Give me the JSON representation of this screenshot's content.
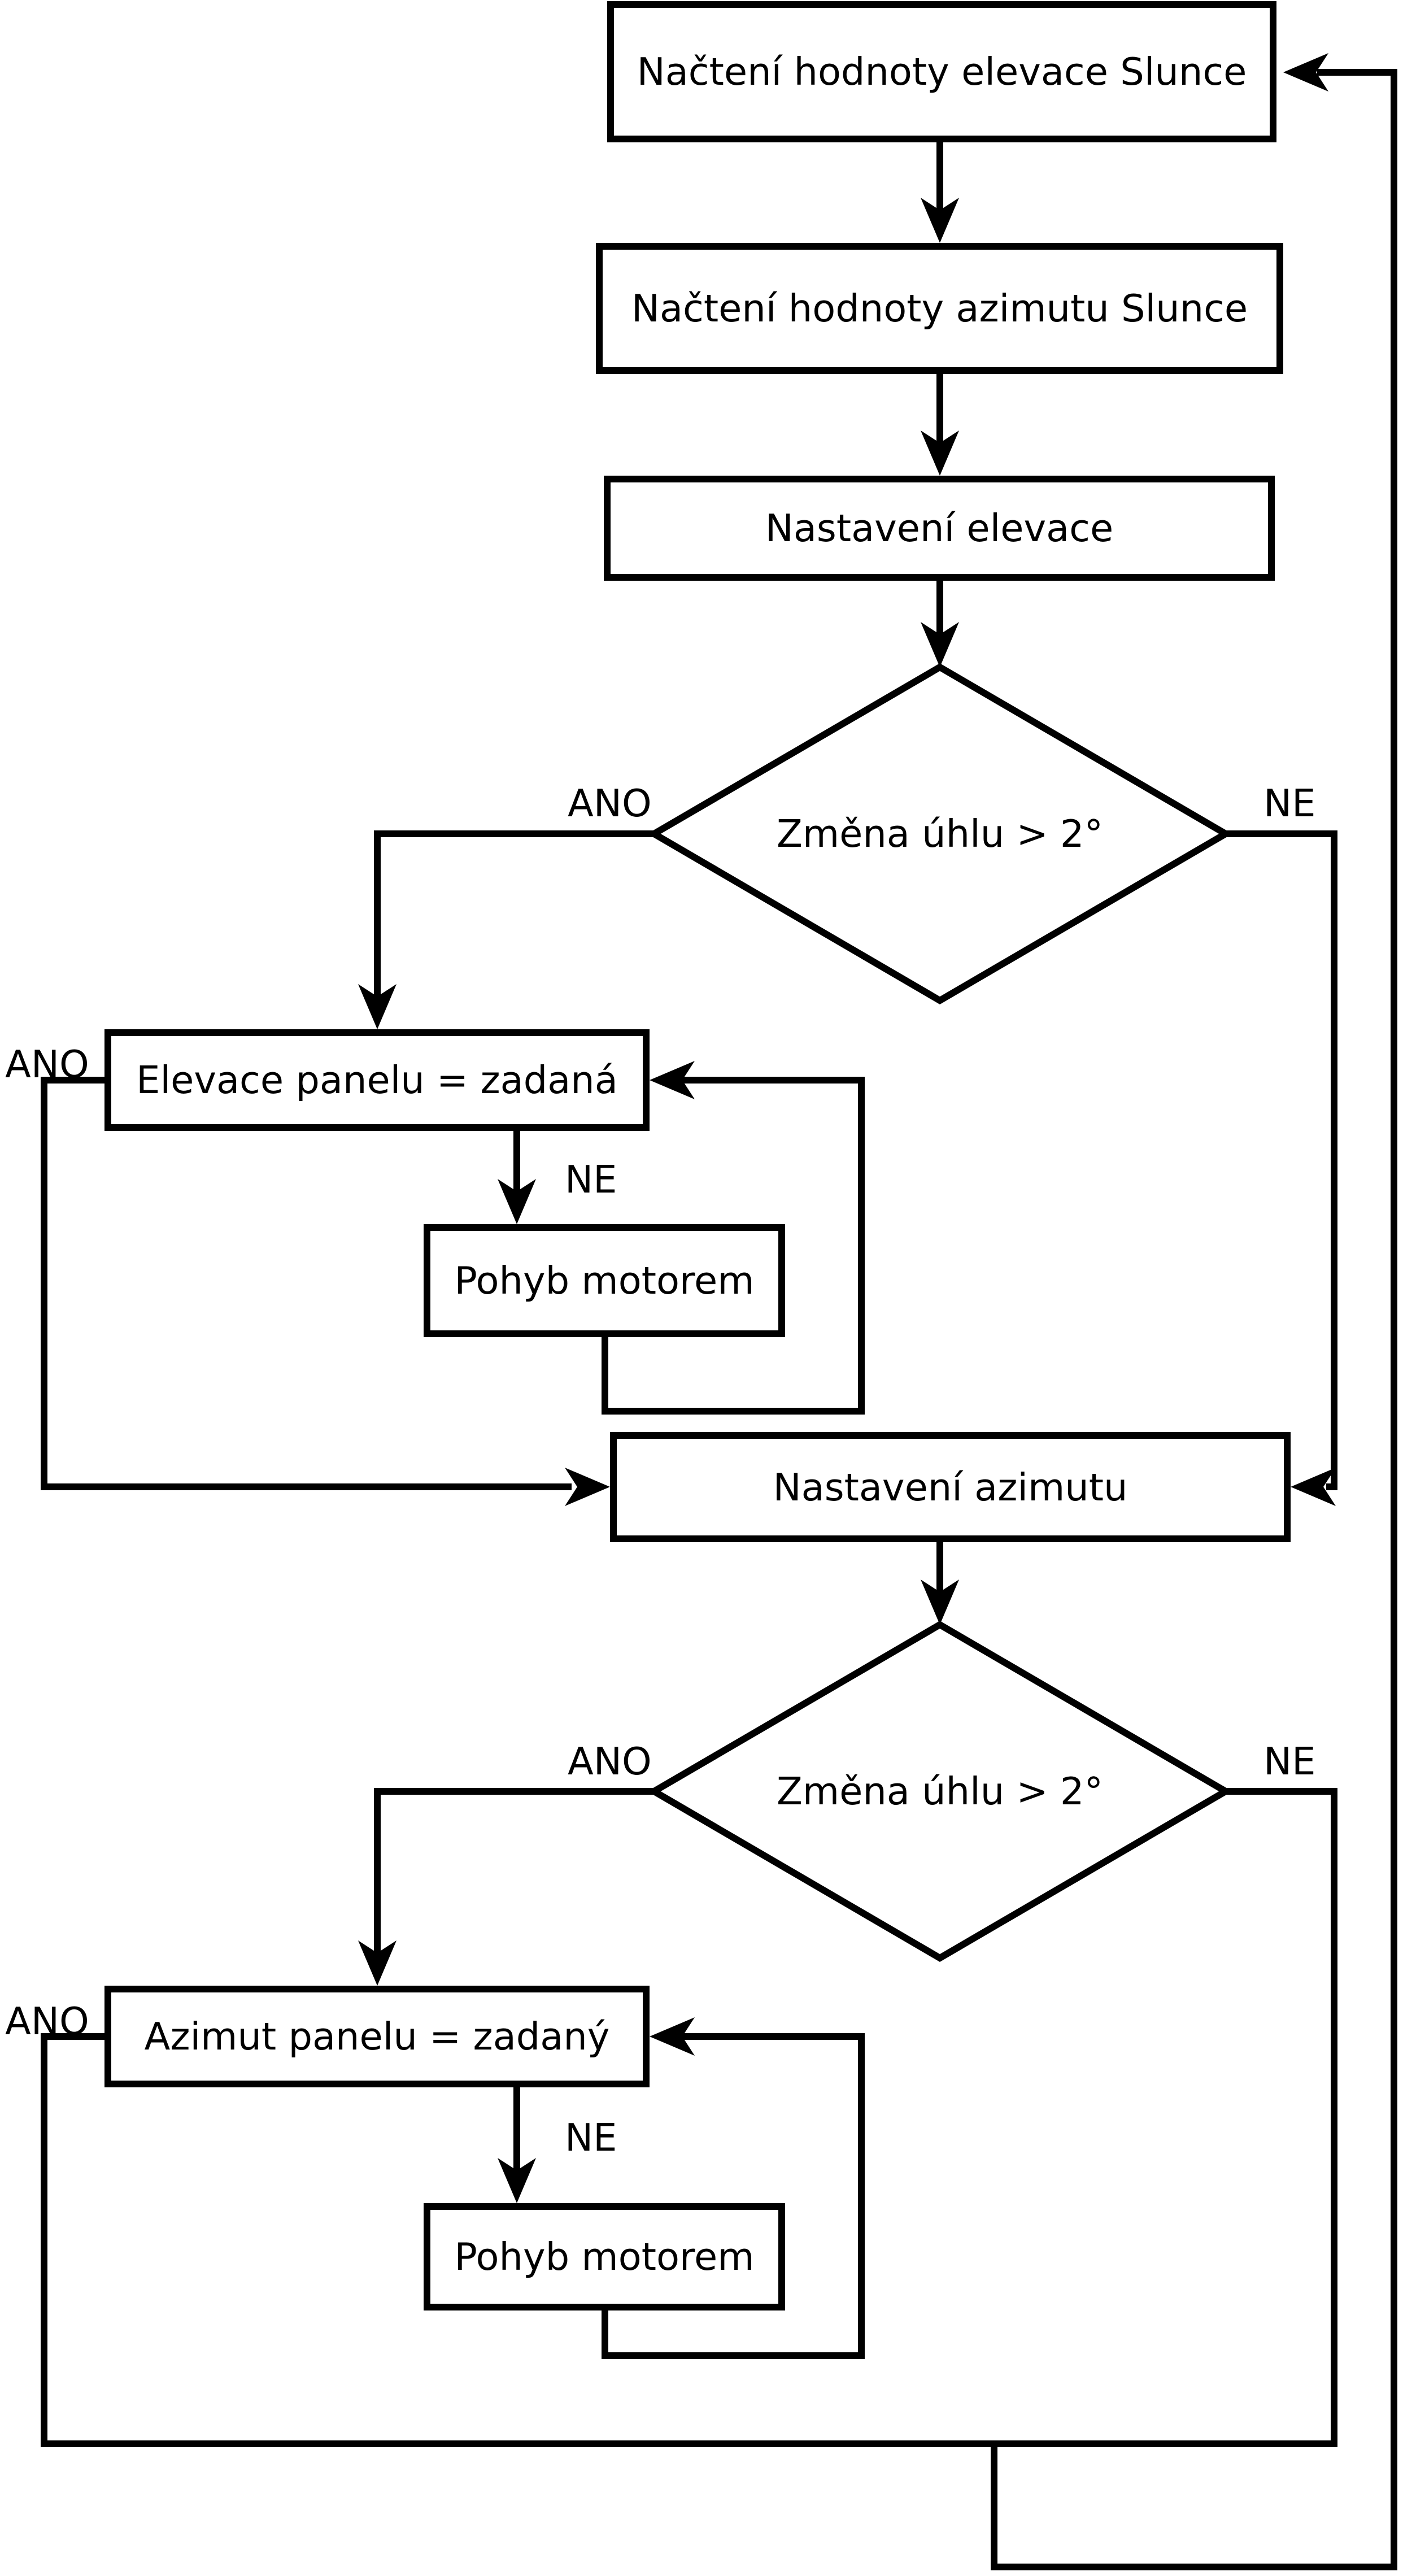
{
  "diagram": {
    "title": "Flowchart - solar panel tracking logic",
    "background_color": "#ffffff",
    "line_color": "#000000",
    "nodes": {
      "load_elevation": {
        "label": "Načtení hodnoty elevace Slunce",
        "type": "process"
      },
      "load_azimuth": {
        "label": "Načtení hodnoty azimutu Slunce",
        "type": "process"
      },
      "set_elevation": {
        "label": "Nastavení elevace",
        "type": "process"
      },
      "decision_elevation": {
        "label": "Změna úhlu > 2°",
        "type": "decision"
      },
      "elevation_equal": {
        "label": "Elevace panelu = zadaná",
        "type": "process"
      },
      "motor_elevation": {
        "label": "Pohyb motorem",
        "type": "process"
      },
      "set_azimuth": {
        "label": "Nastavení azimutu",
        "type": "process"
      },
      "decision_azimuth": {
        "label": "Změna úhlu > 2°",
        "type": "decision"
      },
      "azimuth_equal": {
        "label": "Azimut panelu = zadaný",
        "type": "process"
      },
      "motor_azimuth": {
        "label": "Pohyb motorem",
        "type": "process"
      }
    },
    "edge_labels": {
      "d1_yes": "ANO",
      "d1_no": "NE",
      "e_yes": "ANO",
      "e_no": "NE",
      "d2_yes": "ANO",
      "d2_no": "NE",
      "h_yes": "ANO",
      "h_no": "NE"
    }
  }
}
